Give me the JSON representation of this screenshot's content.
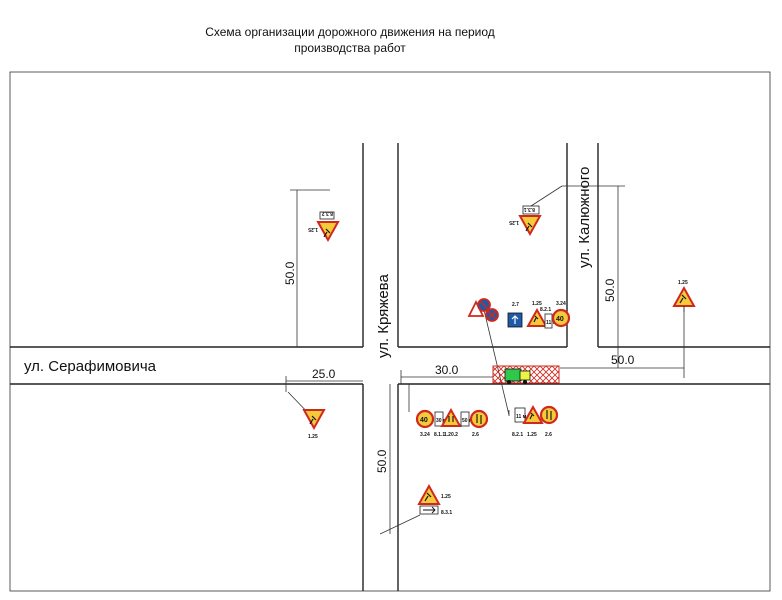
{
  "title": {
    "line1": "Схема организации дорожного движения на период",
    "line2": "производства работ"
  },
  "streets": {
    "serafimovicha": "ул. Серафимовича",
    "kryazheva": "ул. Кряжева",
    "kaluzhnogo": "ул. Калюжного"
  },
  "dimensions": {
    "d1": "50.0",
    "d2": "25.0",
    "d3": "30.0",
    "d4": "50.0",
    "d5": "50.0",
    "d6": "50.0"
  },
  "sign_codes": {
    "nw_sign": "1.25",
    "nw_plate": "8.3.2",
    "n_sign": "1.25",
    "n_plate": "8.3.1",
    "ne_sign": "1.25",
    "w_sign": "1.25",
    "group_a1": "2.7",
    "group_a2": "1.25",
    "group_a3": "8.2.1",
    "group_a4": "3.24",
    "group_b1": "3.24",
    "group_b2": "8.1.1",
    "group_b3": "1.20.2",
    "group_b4": "2.6",
    "group_b5": "8.2.1",
    "group_b6": "1.25",
    "group_b7": "2.6",
    "s_sign": "1.25",
    "s_plate": "8.3.1"
  },
  "sign_values": {
    "speed1": "40",
    "speed2": "40",
    "dist1": "30 м",
    "dist2": "50 м",
    "plate_len1": "11 м",
    "plate_len2": "11 м"
  },
  "colors": {
    "sign_fill": "#f4c93a",
    "sign_border": "#d1281e",
    "blue_sign": "#1e5aa8",
    "work_zone_hatch": "#d1281e",
    "machinery": "#2ec84a"
  }
}
